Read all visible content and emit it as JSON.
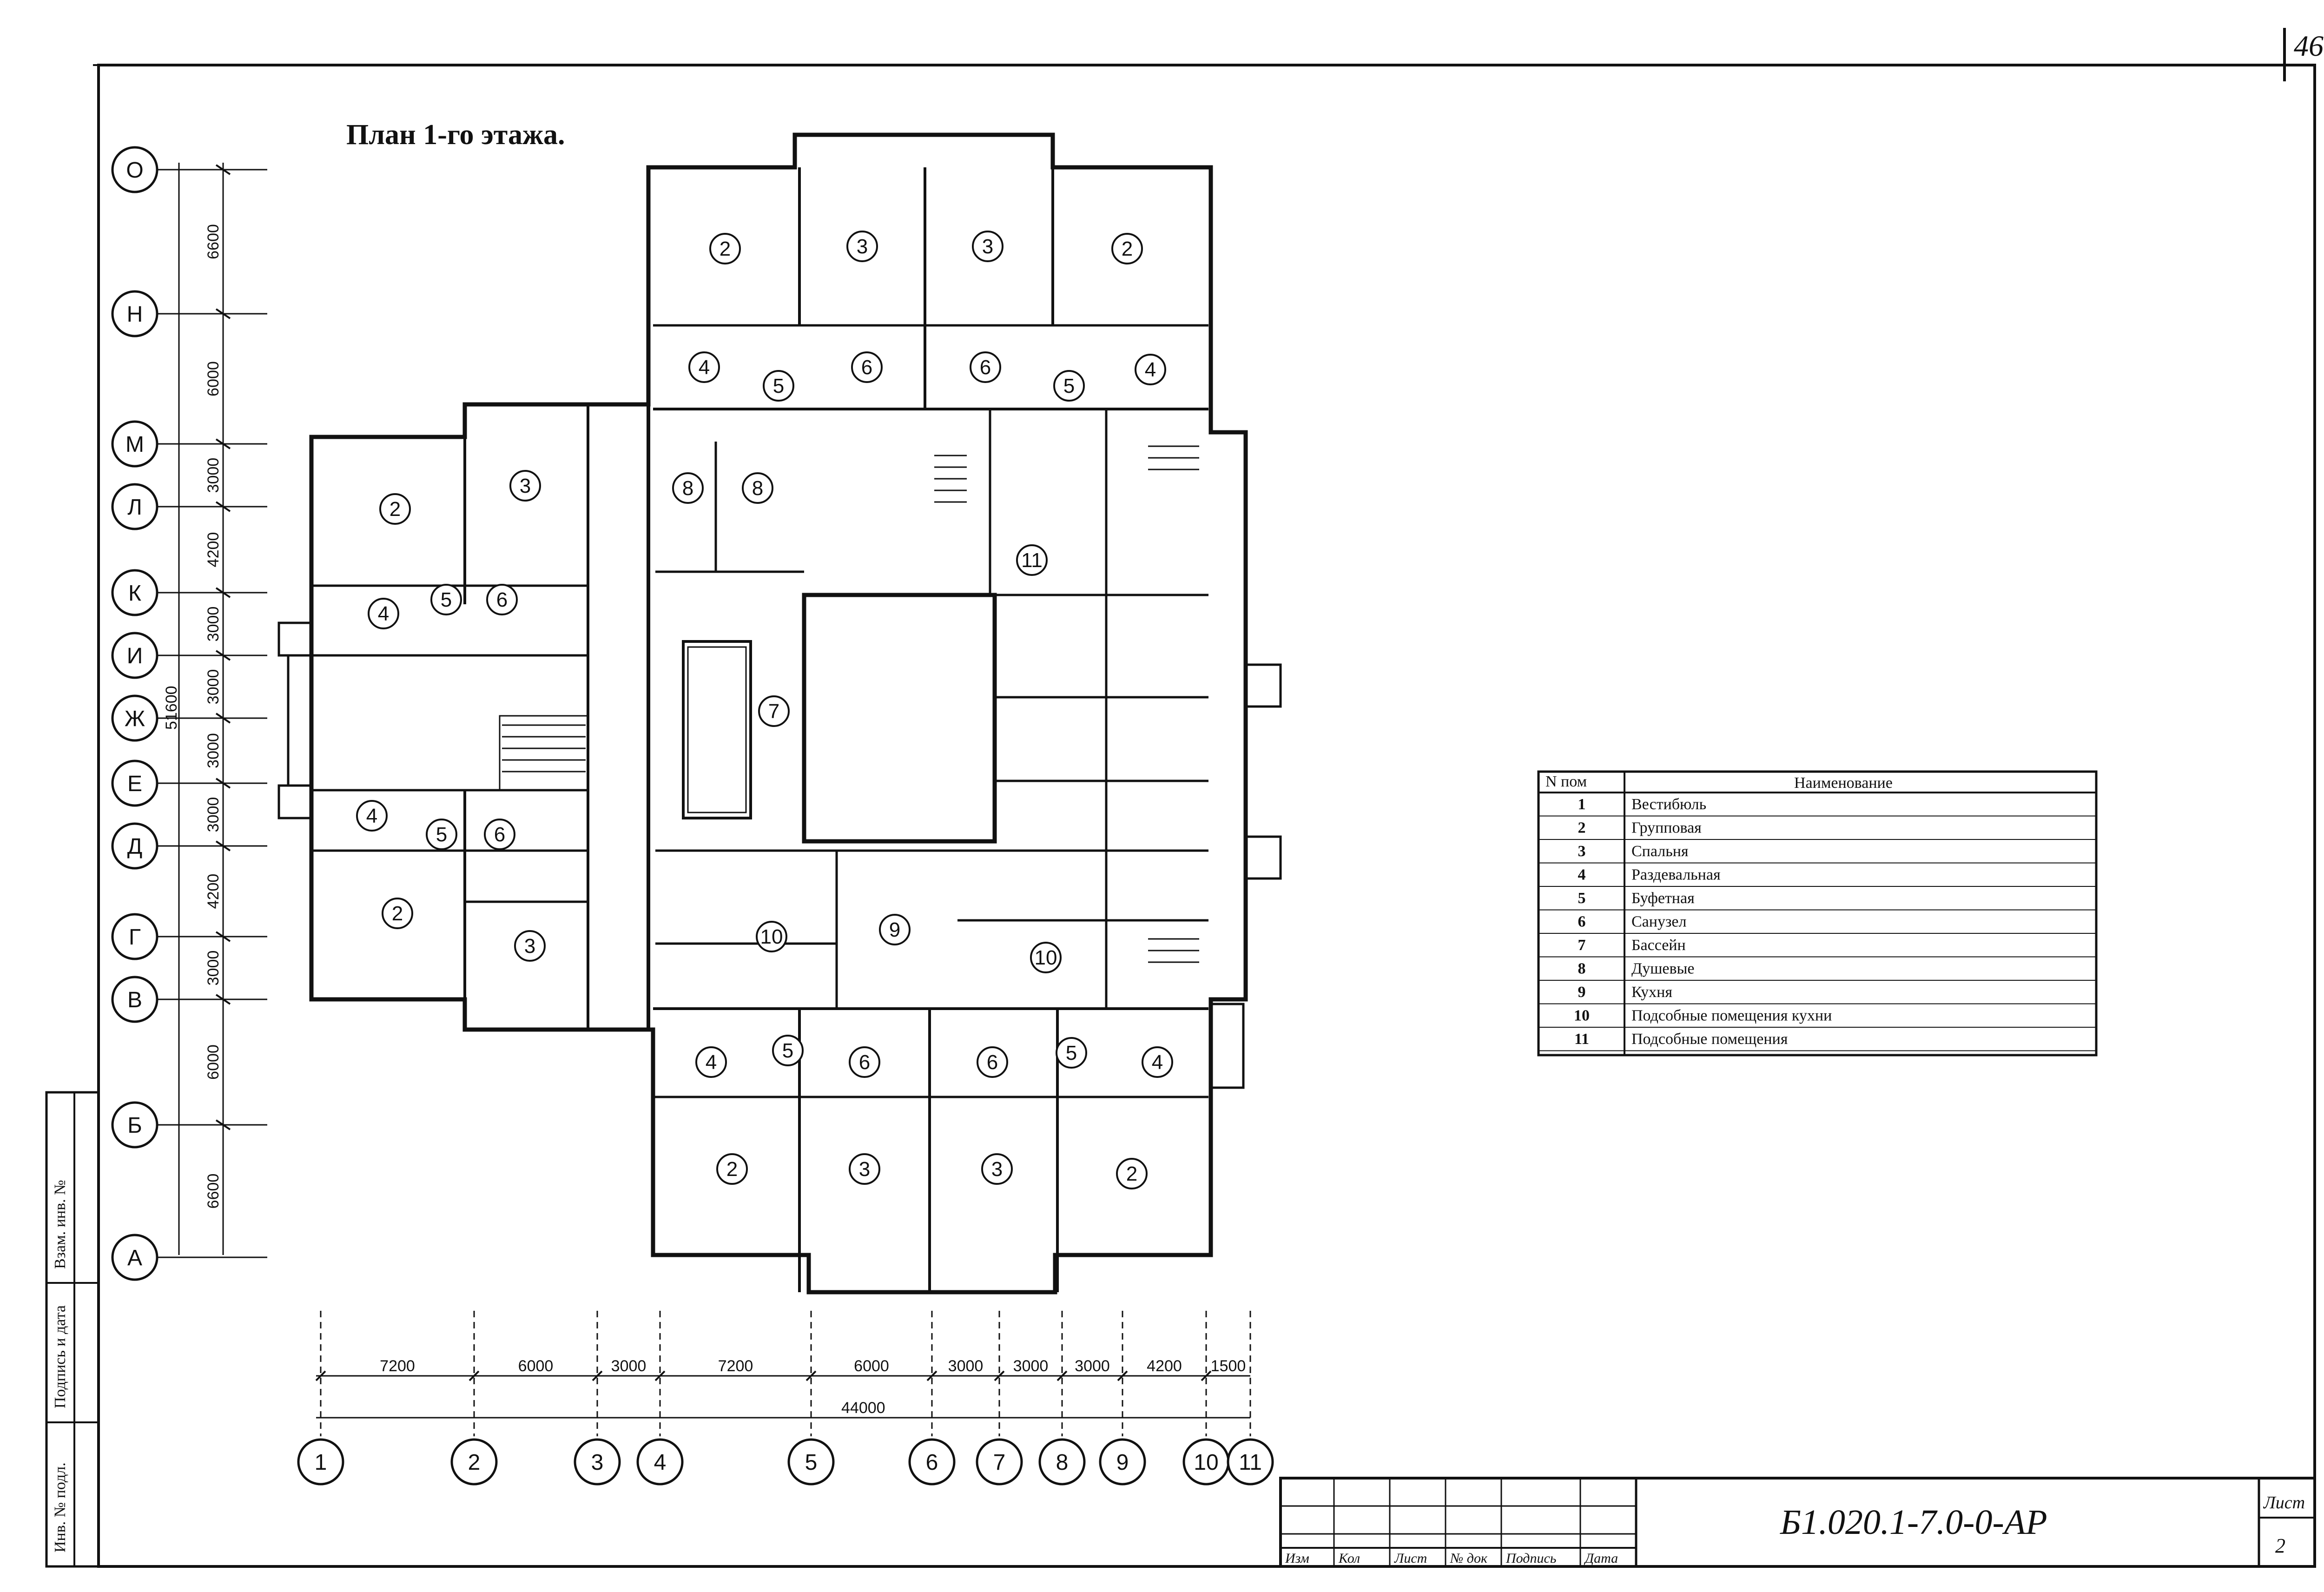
{
  "sheet_number": "46",
  "title": "План 1-го этажа.",
  "row_axes": [
    {
      "id": "row-O",
      "label": "О"
    },
    {
      "id": "row-N",
      "label": "Н"
    },
    {
      "id": "row-M",
      "label": "М"
    },
    {
      "id": "row-L",
      "label": "Л"
    },
    {
      "id": "row-K",
      "label": "К"
    },
    {
      "id": "row-I",
      "label": "И"
    },
    {
      "id": "row-Zh",
      "label": "Ж"
    },
    {
      "id": "row-E",
      "label": "Е"
    },
    {
      "id": "row-D",
      "label": "Д"
    },
    {
      "id": "row-G",
      "label": "Г"
    },
    {
      "id": "row-V",
      "label": "В"
    },
    {
      "id": "row-B",
      "label": "Б"
    },
    {
      "id": "row-A",
      "label": "А"
    }
  ],
  "row_dimensions": [
    "6600",
    "6000",
    "3000",
    "4200",
    "3000",
    "3000",
    "3000",
    "3000",
    "4200",
    "3000",
    "6000",
    "6600"
  ],
  "row_overall": "51600",
  "column_axes": [
    "1",
    "2",
    "3",
    "4",
    "5",
    "6",
    "7",
    "8",
    "9",
    "10",
    "11"
  ],
  "column_dimensions": [
    "7200",
    "6000",
    "3000",
    "7200",
    "6000",
    "3000",
    "3000",
    "3000",
    "4200",
    "1500"
  ],
  "column_overall": "44000",
  "rooms": [
    "2",
    "3",
    "3",
    "2",
    "4",
    "5",
    "6",
    "6",
    "5",
    "4",
    "3",
    "2",
    "8",
    "8",
    "4",
    "5",
    "6",
    "11",
    "7",
    "4",
    "5",
    "6",
    "2",
    "3",
    "10",
    "9",
    "10",
    "4",
    "5",
    "6",
    "6",
    "5",
    "4",
    "2",
    "3",
    "3",
    "2"
  ],
  "legend": {
    "header_num": "N пом",
    "header_name": "Наименование",
    "rows": [
      {
        "num": "1",
        "name": "Вестибюль"
      },
      {
        "num": "2",
        "name": "Групповая"
      },
      {
        "num": "3",
        "name": "Спальня"
      },
      {
        "num": "4",
        "name": "Раздевальная"
      },
      {
        "num": "5",
        "name": "Буфетная"
      },
      {
        "num": "6",
        "name": "Санузел"
      },
      {
        "num": "7",
        "name": "Бассейн"
      },
      {
        "num": "8",
        "name": "Душевые"
      },
      {
        "num": "9",
        "name": "Кухня"
      },
      {
        "num": "10",
        "name": "Подсобные помещения кухни"
      },
      {
        "num": "11",
        "name": "Подсобные помещения"
      }
    ]
  },
  "title_block": {
    "code": "Б1.020.1-7.0-0-АР",
    "sheet_label": "Лист",
    "sheet_value": "2",
    "columns": [
      "Изм",
      "Кол",
      "Лист",
      "№ док",
      "Подпись",
      "Дата"
    ]
  },
  "side_stamp": [
    "Инв. № подл.",
    "Подпись и дата",
    "Взам. инв. №"
  ]
}
